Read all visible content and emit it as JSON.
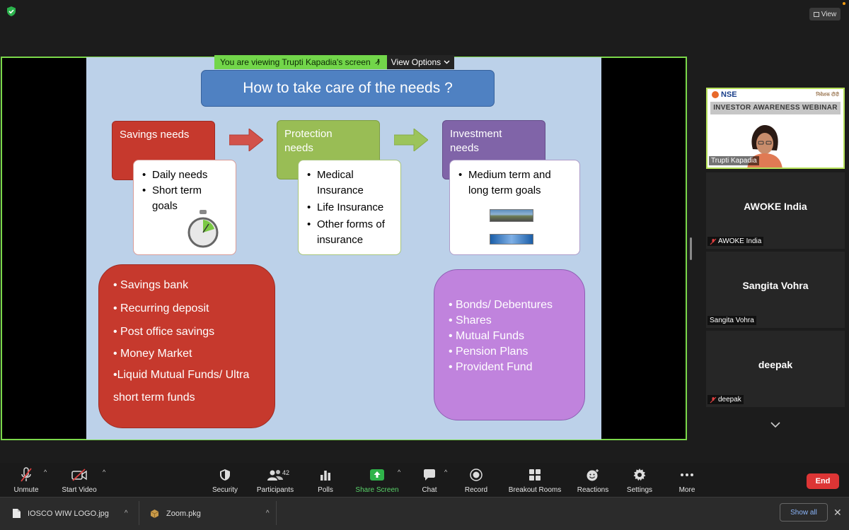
{
  "top": {
    "view_label": "View"
  },
  "share": {
    "banner": "You are viewing Trupti Kapadia's screen",
    "view_options": "View Options"
  },
  "slide": {
    "title": "How to take care of the needs ?",
    "needs": [
      {
        "label_line1": "Savings needs",
        "label_line2": "",
        "color": "#c6392d"
      },
      {
        "label_line1": "Protection",
        "label_line2": "needs",
        "color": "#99bd55"
      },
      {
        "label_line1": "Investment",
        "label_line2": "needs",
        "color": "#8064a8"
      }
    ],
    "savings_details": [
      "Daily needs",
      "Short term goals"
    ],
    "protection_details": [
      "Medical Insurance",
      "Life Insurance",
      "Other forms of insurance"
    ],
    "invest_details": [
      "Medium term and long term goals"
    ],
    "savings_products": [
      "• Savings bank",
      "• Recurring deposit",
      "• Post office savings",
      "• Money Market",
      "•Liquid Mutual Funds/ Ultra"
    ],
    "savings_products_tail": "short term funds",
    "invest_products": [
      "• Bonds/ Debentures",
      "• Shares",
      "• Mutual Funds",
      "• Pension Plans",
      "• Provident Fund"
    ]
  },
  "participants": {
    "active": {
      "name": "Trupti Kapadia",
      "logo_text": "NSE",
      "logo_right": "निवेशक दीदी",
      "band": "INVESTOR AWARENESS WEBINAR"
    },
    "others": [
      {
        "name": "AWOKE India",
        "tag": "AWOKE India",
        "muted": true
      },
      {
        "name": "Sangita Vohra",
        "tag": "Sangita Vohra",
        "muted": false
      },
      {
        "name": "deepak",
        "tag": "deepak",
        "muted": true
      }
    ]
  },
  "toolbar": {
    "unmute": "Unmute",
    "start_video": "Start Video",
    "security": "Security",
    "participants": "Participants",
    "participants_count": "42",
    "polls": "Polls",
    "share_screen": "Share Screen",
    "chat": "Chat",
    "record": "Record",
    "breakout": "Breakout Rooms",
    "reactions": "Reactions",
    "settings": "Settings",
    "more": "More",
    "end": "End"
  },
  "downloads": {
    "items": [
      {
        "name": "IOSCO WIW LOGO.jpg"
      },
      {
        "name": "Zoom.pkg"
      }
    ],
    "show_all": "Show all"
  },
  "colors": {
    "accent_green": "#72d64a",
    "end_red": "#dd3535",
    "slide_bg": "#bcd1e9"
  }
}
